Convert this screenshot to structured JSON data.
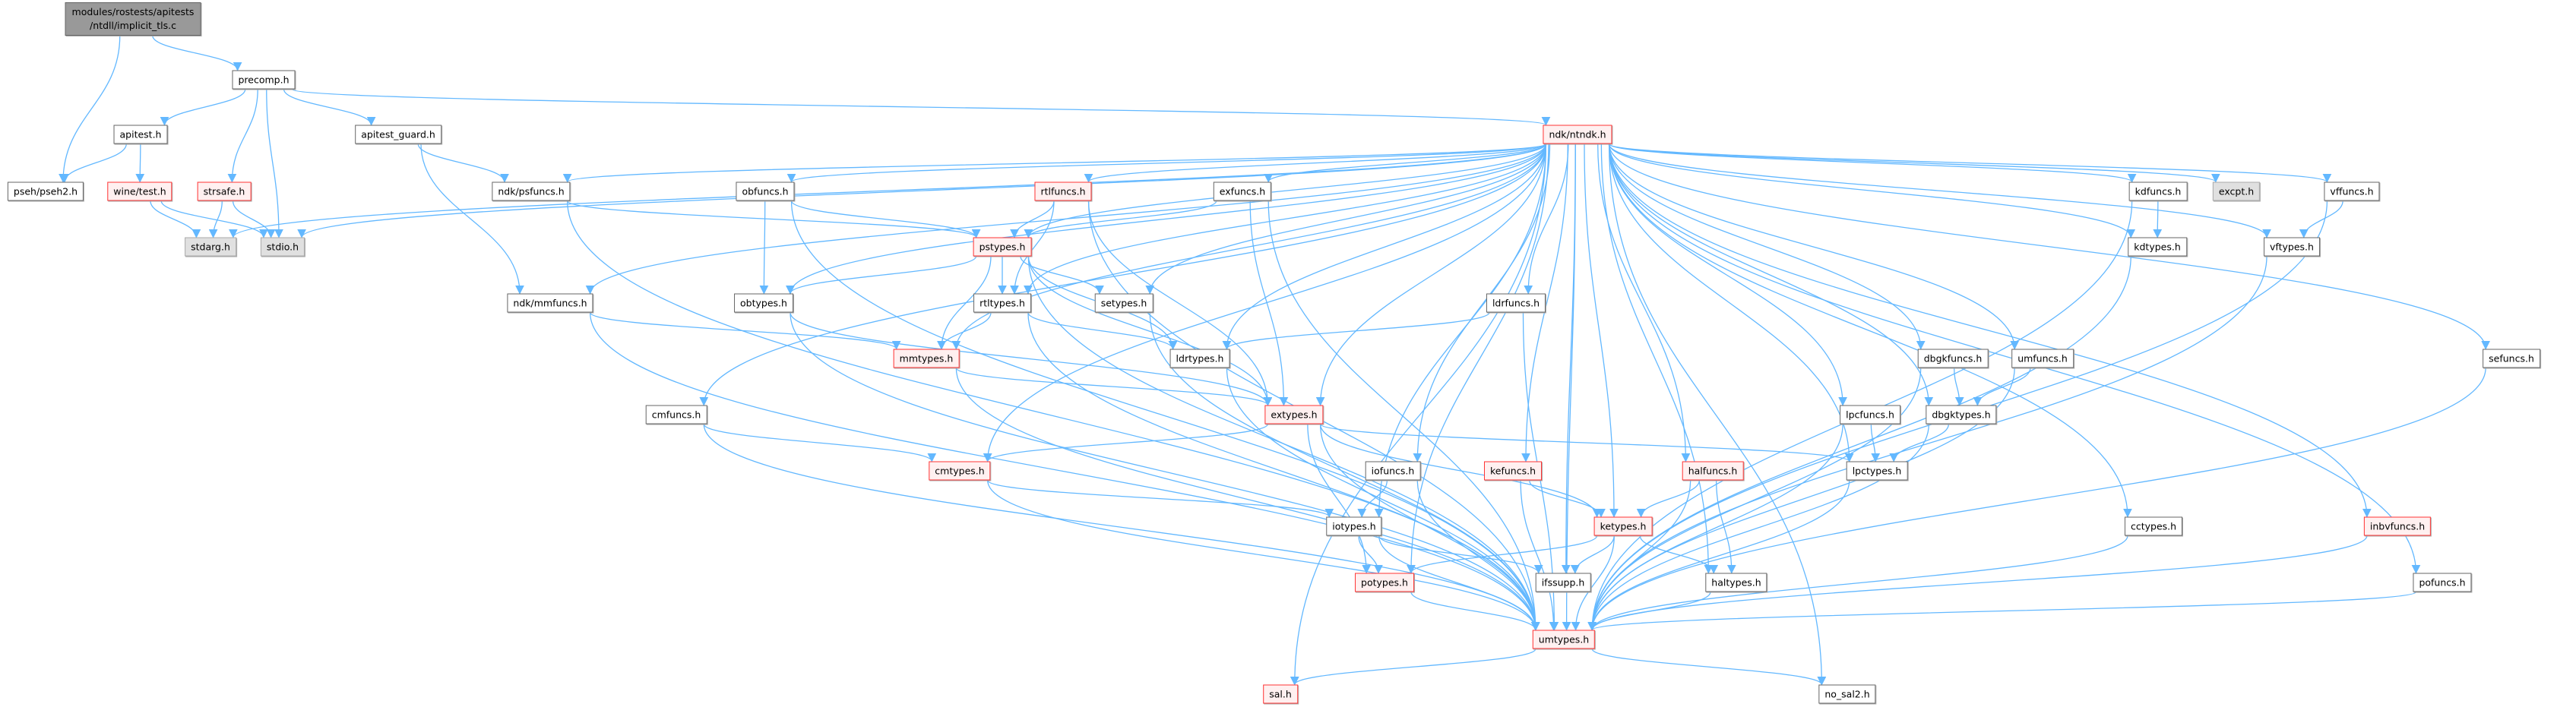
{
  "nodes": {
    "root": {
      "label": "modules/rostests/apitests\n/ntdll/implicit_tls.c",
      "style": "root"
    },
    "precomp": {
      "label": "precomp.h",
      "style": "normal"
    },
    "apitest": {
      "label": "apitest.h",
      "style": "normal"
    },
    "apitest_guard": {
      "label": "apitest_guard.h",
      "style": "normal"
    },
    "ntndk": {
      "label": "ndk/ntndk.h",
      "style": "red"
    },
    "pseh": {
      "label": "pseh/pseh2.h",
      "style": "normal"
    },
    "wine": {
      "label": "wine/test.h",
      "style": "red"
    },
    "strsafe": {
      "label": "strsafe.h",
      "style": "red"
    },
    "stdarg": {
      "label": "stdarg.h",
      "style": "gray"
    },
    "stdio": {
      "label": "stdio.h",
      "style": "gray"
    },
    "psfuncs": {
      "label": "ndk/psfuncs.h",
      "style": "normal"
    },
    "obfuncs": {
      "label": "obfuncs.h",
      "style": "normal"
    },
    "exfuncs": {
      "label": "exfuncs.h",
      "style": "normal"
    },
    "rtlfuncs": {
      "label": "rtlfuncs.h",
      "style": "red"
    },
    "kdfuncs": {
      "label": "kdfuncs.h",
      "style": "normal"
    },
    "excpt": {
      "label": "excpt.h",
      "style": "gray"
    },
    "vffuncs": {
      "label": "vffuncs.h",
      "style": "normal"
    },
    "pstypes": {
      "label": "pstypes.h",
      "style": "red"
    },
    "kdtypes": {
      "label": "kdtypes.h",
      "style": "normal"
    },
    "vftypes": {
      "label": "vftypes.h",
      "style": "normal"
    },
    "mmfuncs": {
      "label": "ndk/mmfuncs.h",
      "style": "normal"
    },
    "obtypes": {
      "label": "obtypes.h",
      "style": "normal"
    },
    "rtltypes": {
      "label": "rtltypes.h",
      "style": "normal"
    },
    "setypes": {
      "label": "setypes.h",
      "style": "normal"
    },
    "ldrfuncs": {
      "label": "ldrfuncs.h",
      "style": "normal"
    },
    "mmtypes": {
      "label": "mmtypes.h",
      "style": "red"
    },
    "ldrtypes": {
      "label": "ldrtypes.h",
      "style": "normal"
    },
    "dbgkfuncs": {
      "label": "dbgkfuncs.h",
      "style": "normal"
    },
    "umfuncs": {
      "label": "umfuncs.h",
      "style": "normal"
    },
    "sefuncs": {
      "label": "sefuncs.h",
      "style": "normal"
    },
    "cmfuncs": {
      "label": "cmfuncs.h",
      "style": "normal"
    },
    "extypes": {
      "label": "extypes.h",
      "style": "red"
    },
    "lpcfuncs": {
      "label": "lpcfuncs.h",
      "style": "normal"
    },
    "dbgktypes": {
      "label": "dbgktypes.h",
      "style": "normal"
    },
    "cmtypes": {
      "label": "cmtypes.h",
      "style": "red"
    },
    "iofuncs": {
      "label": "iofuncs.h",
      "style": "normal"
    },
    "kefuncs": {
      "label": "kefuncs.h",
      "style": "red"
    },
    "halfuncs": {
      "label": "halfuncs.h",
      "style": "red"
    },
    "lpctypes": {
      "label": "lpctypes.h",
      "style": "normal"
    },
    "iotypes": {
      "label": "iotypes.h",
      "style": "normal"
    },
    "ketypes": {
      "label": "ketypes.h",
      "style": "red"
    },
    "cctypes": {
      "label": "cctypes.h",
      "style": "normal"
    },
    "inbvfuncs": {
      "label": "inbvfuncs.h",
      "style": "red"
    },
    "potypes": {
      "label": "potypes.h",
      "style": "red"
    },
    "ifssupp": {
      "label": "ifssupp.h",
      "style": "normal"
    },
    "haltypes": {
      "label": "haltypes.h",
      "style": "normal"
    },
    "pofuncs": {
      "label": "pofuncs.h",
      "style": "normal"
    },
    "umtypes": {
      "label": "umtypes.h",
      "style": "red"
    },
    "sal": {
      "label": "sal.h",
      "style": "red"
    },
    "no_sal2": {
      "label": "no_sal2.h",
      "style": "normal"
    }
  },
  "edges": [
    [
      "root",
      "precomp"
    ],
    [
      "root",
      "pseh"
    ],
    [
      "precomp",
      "apitest"
    ],
    [
      "precomp",
      "strsafe"
    ],
    [
      "precomp",
      "stdio"
    ],
    [
      "precomp",
      "apitest_guard"
    ],
    [
      "precomp",
      "ntndk"
    ],
    [
      "apitest",
      "pseh"
    ],
    [
      "apitest",
      "wine"
    ],
    [
      "wine",
      "stdarg"
    ],
    [
      "wine",
      "stdio"
    ],
    [
      "strsafe",
      "stdarg"
    ],
    [
      "strsafe",
      "stdio"
    ],
    [
      "apitest_guard",
      "psfuncs"
    ],
    [
      "apitest_guard",
      "mmfuncs"
    ],
    [
      "ntndk",
      "stdarg"
    ],
    [
      "ntndk",
      "stdio"
    ],
    [
      "ntndk",
      "psfuncs"
    ],
    [
      "ntndk",
      "mmfuncs"
    ],
    [
      "ntndk",
      "obfuncs"
    ],
    [
      "ntndk",
      "obtypes"
    ],
    [
      "ntndk",
      "exfuncs"
    ],
    [
      "ntndk",
      "rtlfuncs"
    ],
    [
      "ntndk",
      "pstypes"
    ],
    [
      "ntndk",
      "rtltypes"
    ],
    [
      "ntndk",
      "setypes"
    ],
    [
      "ntndk",
      "mmtypes"
    ],
    [
      "ntndk",
      "ldrtypes"
    ],
    [
      "ntndk",
      "extypes"
    ],
    [
      "ntndk",
      "cmfuncs"
    ],
    [
      "ntndk",
      "cmtypes"
    ],
    [
      "ntndk",
      "iofuncs"
    ],
    [
      "ntndk",
      "iotypes"
    ],
    [
      "ntndk",
      "kefuncs"
    ],
    [
      "ntndk",
      "ketypes"
    ],
    [
      "ntndk",
      "halfuncs"
    ],
    [
      "ntndk",
      "haltypes"
    ],
    [
      "ntndk",
      "potypes"
    ],
    [
      "ntndk",
      "ifssupp"
    ],
    [
      "ntndk",
      "umtypes"
    ],
    [
      "ntndk",
      "ldrfuncs"
    ],
    [
      "ntndk",
      "lpcfuncs"
    ],
    [
      "ntndk",
      "lpctypes"
    ],
    [
      "ntndk",
      "dbgkfuncs"
    ],
    [
      "ntndk",
      "dbgktypes"
    ],
    [
      "ntndk",
      "umfuncs"
    ],
    [
      "ntndk",
      "cctypes"
    ],
    [
      "ntndk",
      "kdfuncs"
    ],
    [
      "ntndk",
      "kdtypes"
    ],
    [
      "ntndk",
      "excpt"
    ],
    [
      "ntndk",
      "vffuncs"
    ],
    [
      "ntndk",
      "vftypes"
    ],
    [
      "ntndk",
      "inbvfuncs"
    ],
    [
      "ntndk",
      "pofuncs"
    ],
    [
      "ntndk",
      "sefuncs"
    ],
    [
      "ntndk",
      "sal"
    ],
    [
      "ntndk",
      "no_sal2"
    ],
    [
      "psfuncs",
      "pstypes"
    ],
    [
      "psfuncs",
      "umtypes"
    ],
    [
      "obfuncs",
      "pstypes"
    ],
    [
      "obfuncs",
      "obtypes"
    ],
    [
      "obfuncs",
      "umtypes"
    ],
    [
      "exfuncs",
      "pstypes"
    ],
    [
      "exfuncs",
      "extypes"
    ],
    [
      "exfuncs",
      "umtypes"
    ],
    [
      "rtlfuncs",
      "pstypes"
    ],
    [
      "rtlfuncs",
      "rtltypes"
    ],
    [
      "rtlfuncs",
      "extypes"
    ],
    [
      "rtlfuncs",
      "umtypes"
    ],
    [
      "pstypes",
      "obtypes"
    ],
    [
      "pstypes",
      "mmtypes"
    ],
    [
      "pstypes",
      "rtltypes"
    ],
    [
      "pstypes",
      "setypes"
    ],
    [
      "pstypes",
      "ldrtypes"
    ],
    [
      "pstypes",
      "extypes"
    ],
    [
      "pstypes",
      "umtypes"
    ],
    [
      "obtypes",
      "extypes"
    ],
    [
      "obtypes",
      "umtypes"
    ],
    [
      "mmfuncs",
      "mmtypes"
    ],
    [
      "mmfuncs",
      "umtypes"
    ],
    [
      "rtltypes",
      "mmtypes"
    ],
    [
      "rtltypes",
      "ldrtypes"
    ],
    [
      "rtltypes",
      "umtypes"
    ],
    [
      "setypes",
      "umtypes"
    ],
    [
      "mmtypes",
      "extypes"
    ],
    [
      "mmtypes",
      "umtypes"
    ],
    [
      "ldrfuncs",
      "ldrtypes"
    ],
    [
      "ldrfuncs",
      "umtypes"
    ],
    [
      "ldrtypes",
      "umtypes"
    ],
    [
      "extypes",
      "cmtypes"
    ],
    [
      "extypes",
      "ketypes"
    ],
    [
      "extypes",
      "lpctypes"
    ],
    [
      "extypes",
      "potypes"
    ],
    [
      "extypes",
      "umtypes"
    ],
    [
      "cmfuncs",
      "cmtypes"
    ],
    [
      "cmfuncs",
      "umtypes"
    ],
    [
      "cmtypes",
      "iotypes"
    ],
    [
      "cmtypes",
      "umtypes"
    ],
    [
      "iofuncs",
      "iotypes"
    ],
    [
      "iofuncs",
      "umtypes"
    ],
    [
      "iotypes",
      "potypes"
    ],
    [
      "iotypes",
      "ifssupp"
    ],
    [
      "iotypes",
      "umtypes"
    ],
    [
      "kefuncs",
      "ketypes"
    ],
    [
      "kefuncs",
      "umtypes"
    ],
    [
      "halfuncs",
      "ketypes"
    ],
    [
      "halfuncs",
      "haltypes"
    ],
    [
      "halfuncs",
      "umtypes"
    ],
    [
      "ketypes",
      "potypes"
    ],
    [
      "ketypes",
      "ifssupp"
    ],
    [
      "ketypes",
      "haltypes"
    ],
    [
      "ketypes",
      "umtypes"
    ],
    [
      "potypes",
      "umtypes"
    ],
    [
      "haltypes",
      "umtypes"
    ],
    [
      "lpcfuncs",
      "lpctypes"
    ],
    [
      "lpcfuncs",
      "umtypes"
    ],
    [
      "lpctypes",
      "umtypes"
    ],
    [
      "dbgkfuncs",
      "dbgktypes"
    ],
    [
      "dbgkfuncs",
      "umtypes"
    ],
    [
      "umfuncs",
      "dbgktypes"
    ],
    [
      "umfuncs",
      "umtypes"
    ],
    [
      "dbgktypes",
      "lpctypes"
    ],
    [
      "dbgktypes",
      "umtypes"
    ],
    [
      "cctypes",
      "umtypes"
    ],
    [
      "kdfuncs",
      "kdtypes"
    ],
    [
      "kdfuncs",
      "umtypes"
    ],
    [
      "kdtypes",
      "umtypes"
    ],
    [
      "vffuncs",
      "vftypes"
    ],
    [
      "vffuncs",
      "umtypes"
    ],
    [
      "vftypes",
      "umtypes"
    ],
    [
      "inbvfuncs",
      "umtypes"
    ],
    [
      "pofuncs",
      "umtypes"
    ],
    [
      "sefuncs",
      "umtypes"
    ],
    [
      "umtypes",
      "sal"
    ],
    [
      "umtypes",
      "no_sal2"
    ]
  ],
  "colors": {
    "edge": "#63b8ff",
    "node_border": "#666666",
    "highlight_border": "#ff3333",
    "highlight_fill": "#fff0f0",
    "external_fill": "#e0e0e0",
    "root_fill": "#999999"
  }
}
